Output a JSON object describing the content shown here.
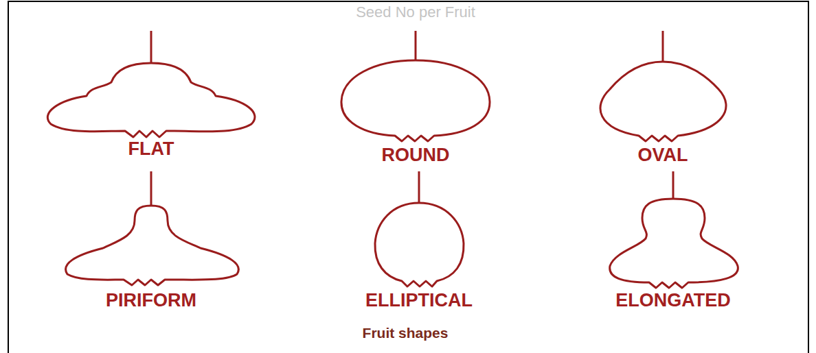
{
  "diagram": {
    "caption": "Fruit shapes",
    "labels": [
      "Seed No per Fruit",
      "FLAT",
      "ROUND",
      "OVAL",
      "PIRIFORM",
      "ELLIPTICAL",
      "ELONGATED"
    ]
  }
}
